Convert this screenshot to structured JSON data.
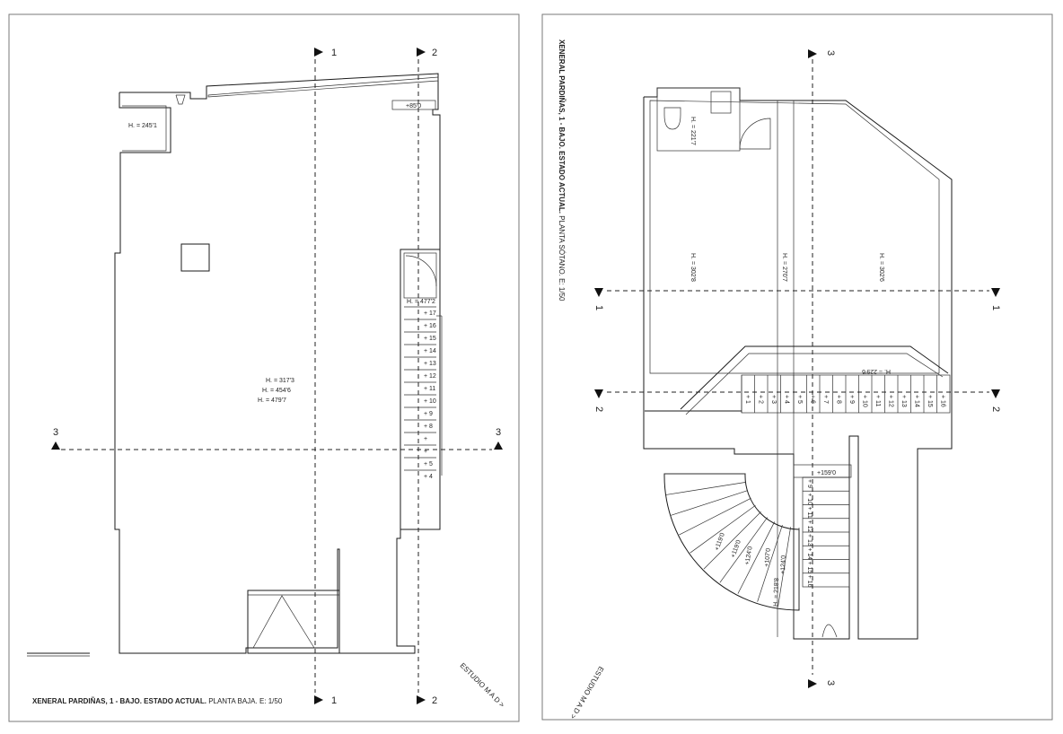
{
  "left_sheet": {
    "title_bold": "XENERAL PARDIÑAS, 1 - BAJO. ESTADO ACTUAL.",
    "title_rest": "PLANTA BAJA. E: 1/50",
    "section_1": "1",
    "section_2": "2",
    "section_3": "3",
    "level_small_room": "H. = 245'1",
    "level_top": "+85'0",
    "main_h": "H. = 317'3",
    "main_h2": "H. = 454'6",
    "main_h3": "H. = 479'7",
    "stair_top": "H. = 477'2",
    "stair_steps": [
      "+ 17",
      "+ 16",
      "+ 15",
      "+ 14",
      "+ 13",
      "+ 12",
      "+ 11",
      "+ 10",
      "+ 9",
      "+ 8",
      "+",
      "+",
      "+ 5",
      "+ 4"
    ],
    "watermark": "ESTUDIO M A D >"
  },
  "right_sheet": {
    "title_bold": "XENERAL PARDIÑAS, 1 - BAJO. ESTADO ACTUAL.",
    "title_rest": "PLANTA SÓTANO. E: 1/50",
    "section_1": "1",
    "section_2": "2",
    "section_3": "3",
    "level_wc": "H. = 221'7",
    "level_left": "H. = 302'8",
    "level_mid": "H. = 270'7",
    "level_right": "H. = 302'6",
    "stair_label": "H. = 229'6",
    "stair_steps": [
      "+ 1",
      "+ 2",
      "+ 3",
      "+ 4",
      "+ 5",
      "+ 6",
      "+ 7",
      "+ 8",
      "+ 9",
      "+ 10",
      "+ 11",
      "+ 12",
      "+ 13",
      "+ 14",
      "+ 15",
      "+ 16"
    ],
    "landing": "+159'0",
    "spiral_1": "+119'0",
    "spiral_2": "+119'0",
    "spiral_3": "+124'0",
    "spiral_4": "+107'0",
    "spiral_5": "+124'0",
    "spiral_h": "H. = 218'8",
    "side_steps": [
      "+ 9",
      "+ 10",
      "+ 11",
      "+ 12",
      "+ 13",
      "+ 14",
      "+ 15",
      "+ 16"
    ],
    "watermark": "ESTUDIO M A D >"
  }
}
